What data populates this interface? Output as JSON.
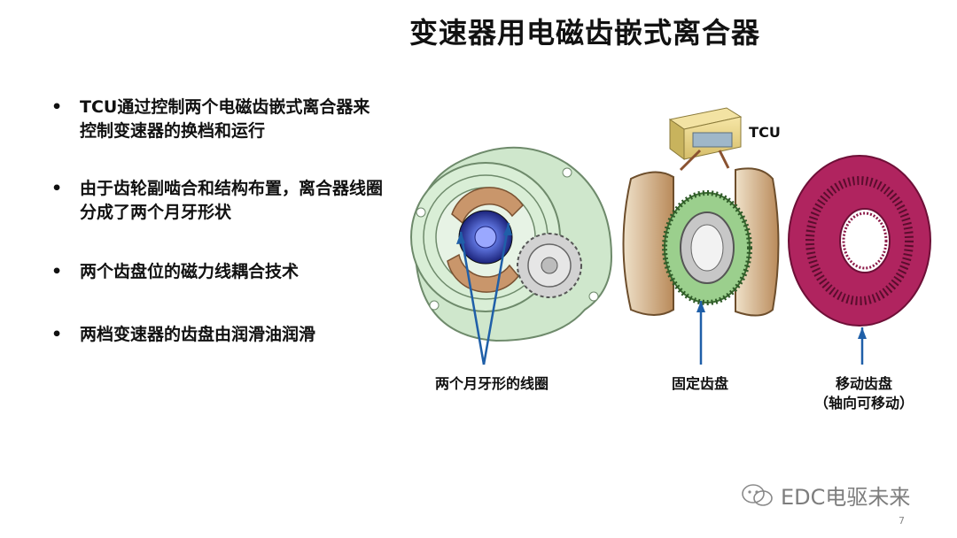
{
  "slide": {
    "title": "变速器用电磁齿嵌式离合器",
    "bullets": [
      {
        "marker": "•",
        "text": "TCU通过控制两个电磁齿嵌式离合器来控制变速器的换档和运行"
      },
      {
        "marker": "•",
        "text": "由于齿轮副啮合和结构布置，离合器线圈分成了两个月牙形状"
      },
      {
        "marker": "•",
        "text": "两个齿盘位的磁力线耦合技术"
      },
      {
        "marker": "•",
        "text": "两档变速器的齿盘由润滑油润滑"
      }
    ],
    "labels": {
      "tcu": "TCU",
      "coils": "两个月牙形的线圈",
      "fixed_disc": "固定齿盘",
      "moving_disc_1": "移动齿盘",
      "moving_disc_2": "（轴向可移动）"
    },
    "watermark": "EDC电驱未来",
    "page_number": "7"
  },
  "colors": {
    "housing": "#cfe7cc",
    "coil": "#c9966b",
    "moving_disc": "#b0245f",
    "arrow": "#1f5fa8",
    "watermark": "#7d7d7d"
  }
}
